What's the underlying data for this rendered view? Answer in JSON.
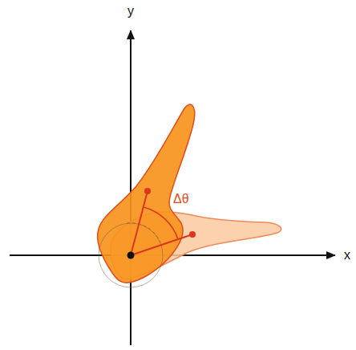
{
  "diagram": {
    "labels": [
      "y",
      "x",
      "Δθ"
    ]
  }
}
